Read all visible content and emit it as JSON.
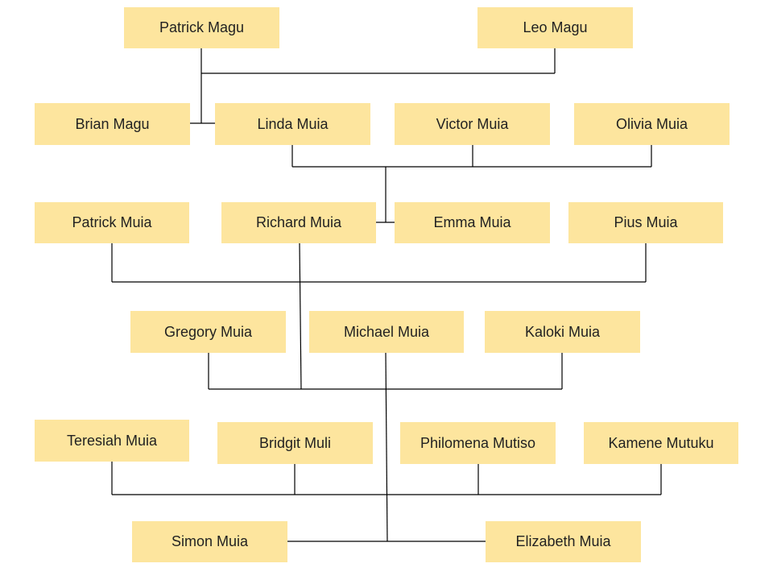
{
  "colors": {
    "node_fill": "#fde59e",
    "line": "#000000",
    "text": "#222222"
  },
  "nodes": [
    {
      "id": "patrick-magu",
      "label": "Patrick Magu"
    },
    {
      "id": "leo-magu",
      "label": "Leo Magu"
    },
    {
      "id": "brian-magu",
      "label": "Brian Magu"
    },
    {
      "id": "linda-muia",
      "label": "Linda Muia"
    },
    {
      "id": "victor-muia",
      "label": "Victor Muia"
    },
    {
      "id": "olivia-muia",
      "label": "Olivia Muia"
    },
    {
      "id": "patrick-muia",
      "label": "Patrick Muia"
    },
    {
      "id": "richard-muia",
      "label": "Richard Muia"
    },
    {
      "id": "emma-muia",
      "label": "Emma Muia"
    },
    {
      "id": "pius-muia",
      "label": "Pius Muia"
    },
    {
      "id": "gregory-muia",
      "label": "Gregory Muia"
    },
    {
      "id": "michael-muia",
      "label": "Michael Muia"
    },
    {
      "id": "kaloki-muia",
      "label": "Kaloki Muia"
    },
    {
      "id": "teresiah-muia",
      "label": "Teresiah Muia"
    },
    {
      "id": "bridgit-muli",
      "label": "Bridgit Muli"
    },
    {
      "id": "philomena-mutiso",
      "label": "Philomena Mutiso"
    },
    {
      "id": "kamene-mutuku",
      "label": "Kamene Mutuku"
    },
    {
      "id": "simon-muia",
      "label": "Simon Muia"
    },
    {
      "id": "elizabeth-muia",
      "label": "Elizabeth Muia"
    }
  ]
}
